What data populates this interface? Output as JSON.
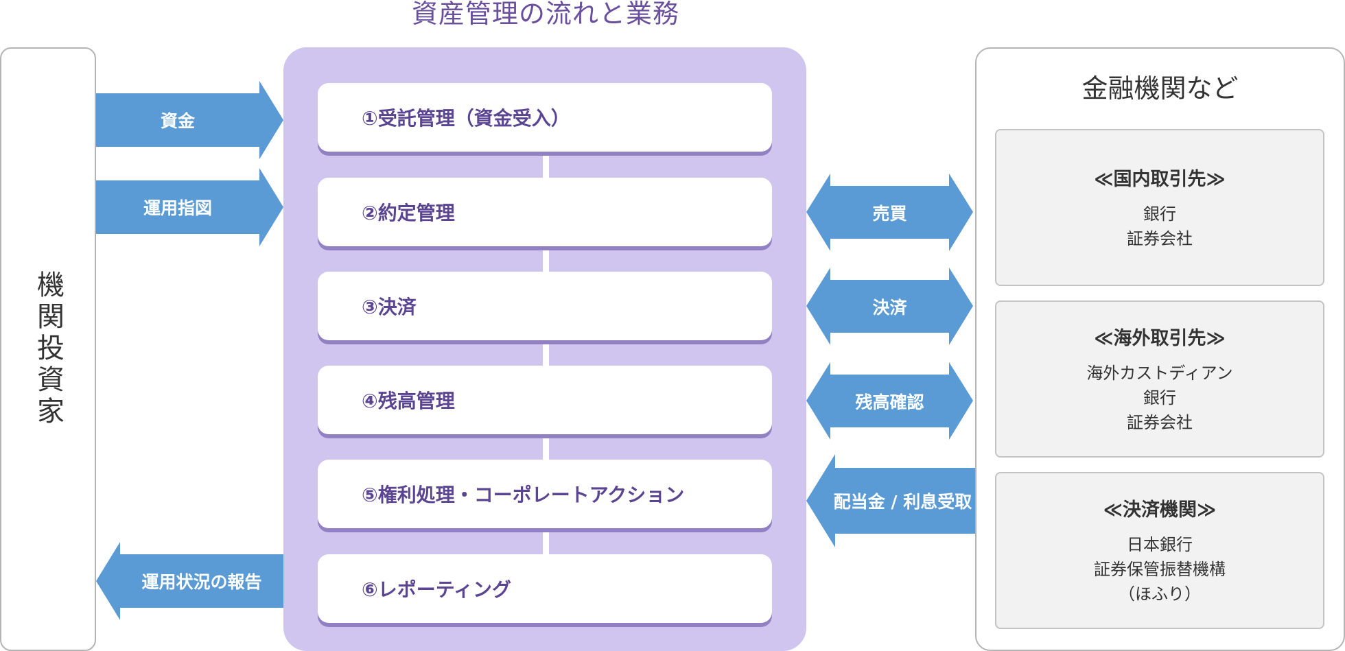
{
  "title": "資産管理の流れと業務",
  "investor": {
    "label": "機関投資家"
  },
  "left_arrows": {
    "funds": "資金",
    "instructions": "運用指図",
    "report": "運用状況の報告"
  },
  "steps": [
    "①受託管理（資金受入）",
    "②約定管理",
    "③決済",
    "④残高管理",
    "⑤権利処理・コーポレートアクション",
    "⑥レポーティング"
  ],
  "right_arrows": {
    "trade": "売買",
    "settlement": "決済",
    "balance": "残高確認",
    "dividend": "配当金 / 利息受取"
  },
  "institutions": {
    "title": "金融機関など",
    "categories": [
      {
        "title": "≪国内取引先≫",
        "items": [
          "銀行",
          "証券会社"
        ]
      },
      {
        "title": "≪海外取引先≫",
        "items": [
          "海外カストディアン",
          "銀行",
          "証券会社"
        ]
      },
      {
        "title": "≪決済機関≫",
        "items": [
          "日本銀行",
          "証券保管振替機構",
          "（ほふり）"
        ]
      }
    ]
  },
  "colors": {
    "arrow": "#5b9bd5",
    "panel": "#d0c5ee",
    "accent": "#5b4593"
  }
}
